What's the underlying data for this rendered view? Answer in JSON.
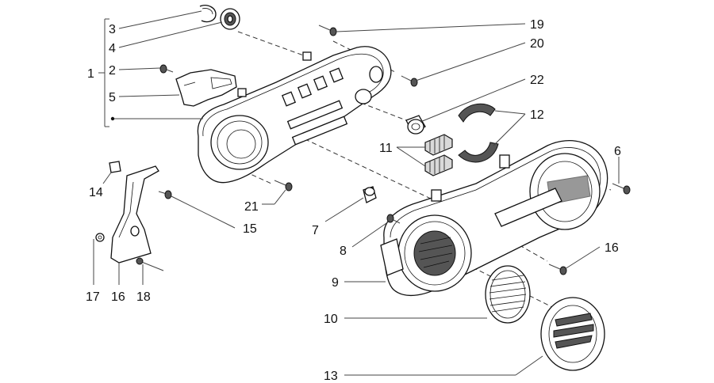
{
  "callouts": [
    {
      "id": "1",
      "text": "1"
    },
    {
      "id": "2",
      "text": "2"
    },
    {
      "id": "3",
      "text": "3"
    },
    {
      "id": "4",
      "text": "4"
    },
    {
      "id": "5",
      "text": "5"
    },
    {
      "id": "6",
      "text": "6"
    },
    {
      "id": "7",
      "text": "7"
    },
    {
      "id": "8",
      "text": "8"
    },
    {
      "id": "9",
      "text": "9"
    },
    {
      "id": "10",
      "text": "10"
    },
    {
      "id": "11",
      "text": "11"
    },
    {
      "id": "12",
      "text": "12"
    },
    {
      "id": "13",
      "text": "13"
    },
    {
      "id": "14",
      "text": "14"
    },
    {
      "id": "15",
      "text": "15"
    },
    {
      "id": "16a",
      "text": "16"
    },
    {
      "id": "16b",
      "text": "16"
    },
    {
      "id": "17",
      "text": "17"
    },
    {
      "id": "18",
      "text": "18"
    },
    {
      "id": "19",
      "text": "19"
    },
    {
      "id": "20",
      "text": "20"
    },
    {
      "id": "21",
      "text": "21"
    },
    {
      "id": "22",
      "text": "22"
    }
  ]
}
